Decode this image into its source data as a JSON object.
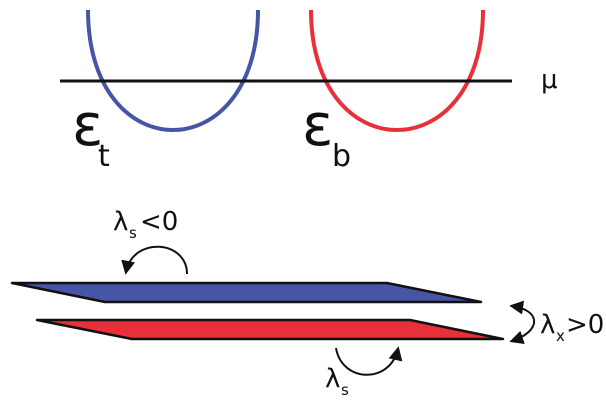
{
  "colors": {
    "blue": "#4655a6",
    "red": "#e8303a",
    "line": "#111111",
    "background": "#ffffff"
  },
  "labels": {
    "mu": "μ",
    "epsilon_t_main": "ε",
    "epsilon_t_sub": "t",
    "epsilon_b_main": "ε",
    "epsilon_b_sub": "b",
    "lambda_s_top_main": "λ",
    "lambda_s_top_sub": "s",
    "lambda_s_top_rel": "<0",
    "lambda_x_main": "λ",
    "lambda_x_sub": "x",
    "lambda_x_rel": ">0",
    "lambda_s_bottom_main": "λ",
    "lambda_s_bottom_sub": "s"
  }
}
